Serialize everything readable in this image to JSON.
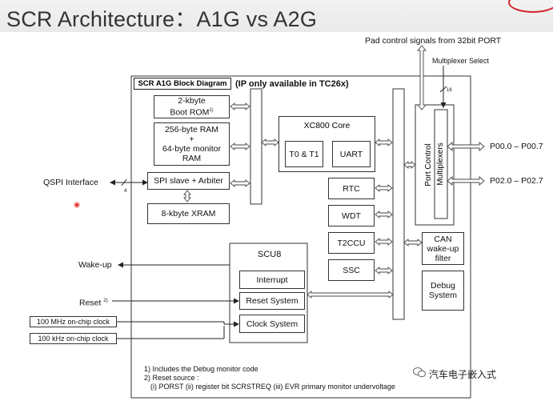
{
  "header": {
    "title": "SCR Architecture：A1G vs A2G"
  },
  "top": {
    "pad_signals": "Pad control signals from  32bit PORT",
    "mux_select": "Multiplexer Select",
    "bus_width_16": "16"
  },
  "diagram": {
    "block_title": "SCR A1G Block Diagram",
    "block_note": "(IP only available in TC26x)",
    "boot_rom_line1": "2-kbyte",
    "boot_rom_line2": "Boot ROM",
    "boot_rom_sup": "1)",
    "ram_line1": "256-byte RAM",
    "ram_line2": "+",
    "ram_line3": "64-byte monitor",
    "ram_line4": "RAM",
    "spi": "SPI slave  + Arbiter",
    "xram": "8-kbyte XRAM",
    "core": "XC800 Core",
    "t0t1": "T0 & T1",
    "uart": "UART",
    "rtc": "RTC",
    "wdt": "WDT",
    "t2ccu": "T2CCU",
    "ssc": "SSC",
    "port_control": "Port Control",
    "multiplexers": "Multiplexers",
    "can_line1": "CAN",
    "can_line2": "wake-up",
    "can_line3": "filter",
    "debug_line1": "Debug",
    "debug_line2": "System",
    "scu8": "SCU8",
    "interrupt": "Interrupt",
    "reset_system": "Reset System",
    "clock_system": "Clock System"
  },
  "external": {
    "qspi": "QSPI Interface",
    "qspi_width": "4",
    "p00": "P00.0 – P00.7",
    "p02": "P02.0 – P02.7",
    "wakeup": "Wake-up",
    "reset": "Reset",
    "reset_sup": "2)",
    "clk100m": "100 MHz on-chip clock",
    "clk100k": "100 kHz on-chip clock"
  },
  "notes": {
    "n1": "1) Includes the Debug monitor code",
    "n2": "2) Reset source :",
    "n3": "(i) PORST (ii) register bit SCRSTREQ  (iii) EVR primary monitor undervoltage"
  },
  "watermark": {
    "text": "汽车电子嵌入式",
    "icon": "wechat-icon"
  },
  "colors": {
    "accent_logo": "#d4202a",
    "pointer_dot": "#e03030",
    "title_bg": "#eeeeee"
  }
}
